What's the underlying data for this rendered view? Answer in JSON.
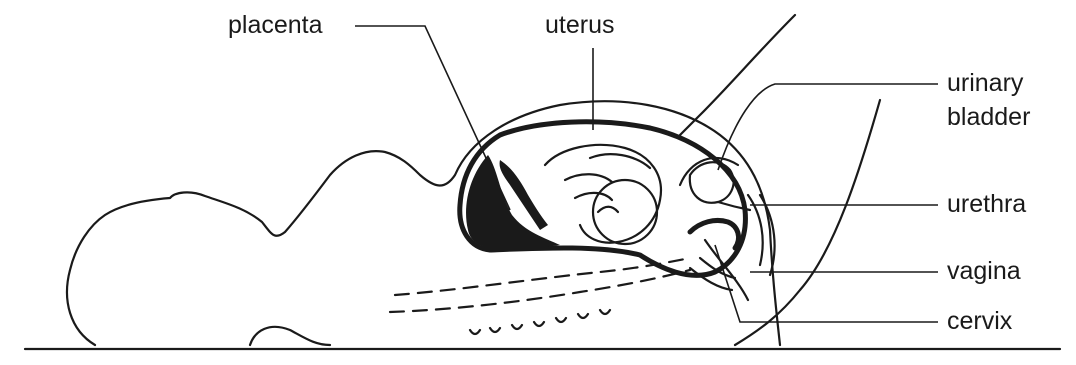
{
  "labels": {
    "placenta": "placenta",
    "uterus": "uterus",
    "urinary_bladder_line1": "urinary",
    "urinary_bladder_line2": "bladder",
    "urethra": "urethra",
    "vagina": "vagina",
    "cervix": "cervix"
  }
}
